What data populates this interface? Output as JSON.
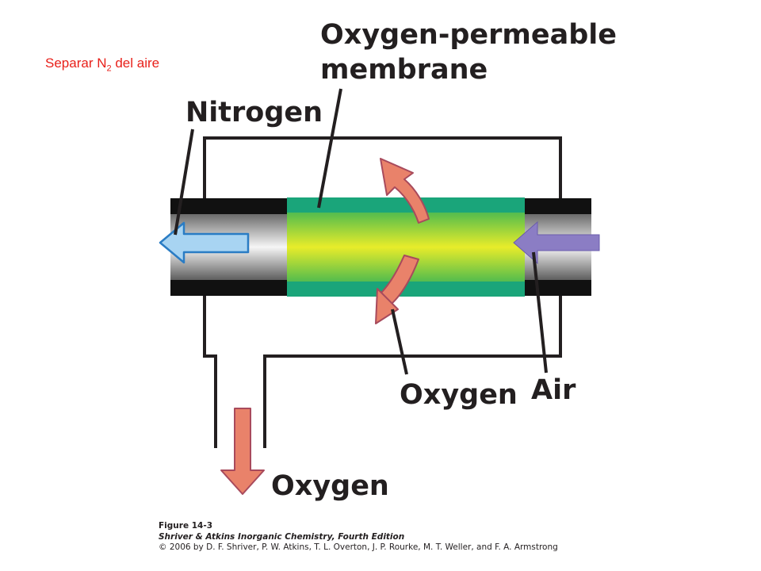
{
  "note": {
    "text": "Separar N",
    "subscript": "2",
    "suffix": " del aire"
  },
  "labels": {
    "membrane": [
      "Oxygen-permeable",
      "membrane"
    ],
    "nitrogen": "Nitrogen",
    "oxygen_permeate": "Oxygen",
    "air": "Air",
    "oxygen_outlet": "Oxygen"
  },
  "caption": {
    "figure": "Figure 14-3",
    "book": "Shriver & Atkins Inorganic Chemistry, Fourth Edition",
    "copyright": "© 2006 by D. F. Shriver, P. W. Atkins, T. L. Overton, J. P. Rourke, M. T. Weller, and F. A. Armstrong"
  },
  "colors": {
    "note": "#e8201a",
    "membrane_outer": "#1aa57a",
    "membrane_inner": "#e8ec2a",
    "oxygen_arrow": "#e9826a",
    "nitrogen_arrow": "#a8d4f2",
    "air_arrow": "#8b7dc4"
  }
}
